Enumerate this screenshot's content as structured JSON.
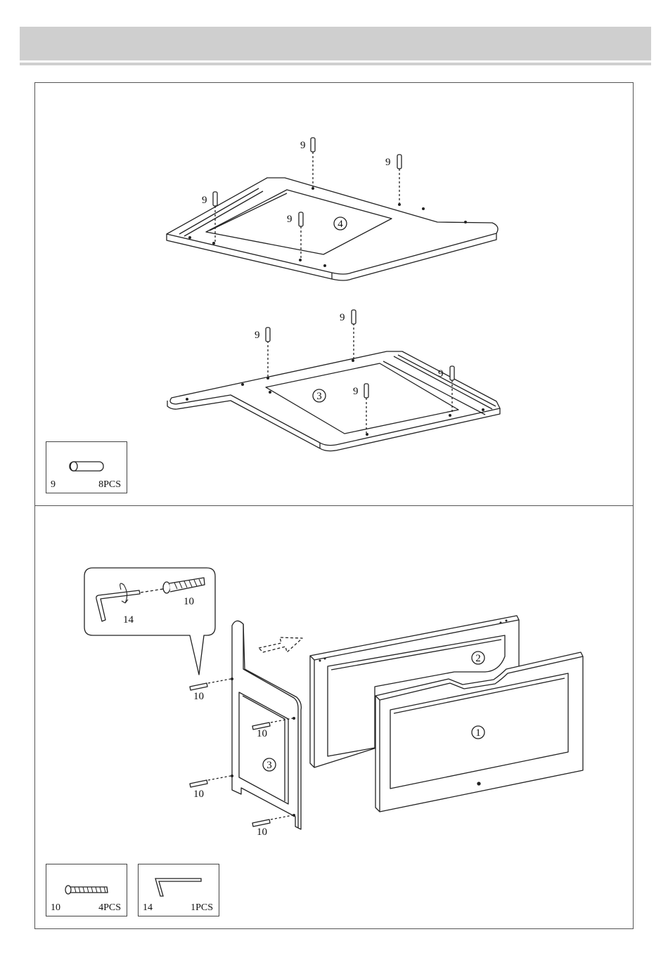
{
  "step1": {
    "part_labels": {
      "top_frame": "4",
      "bottom_frame": "3"
    },
    "dowel_label": "9",
    "parts_box": {
      "part_number": "9",
      "quantity": "8PCS",
      "icon": "dowel-icon"
    }
  },
  "step2": {
    "callout": {
      "wrench_label": "14",
      "screw_label": "10"
    },
    "part_labels": {
      "side_panel": "3",
      "back_panel": "2",
      "front_panel": "1"
    },
    "screw_label": "10",
    "parts_boxes": [
      {
        "part_number": "10",
        "quantity": "4PCS",
        "icon": "screw-icon"
      },
      {
        "part_number": "14",
        "quantity": "1PCS",
        "icon": "allen-key-icon"
      }
    ]
  }
}
